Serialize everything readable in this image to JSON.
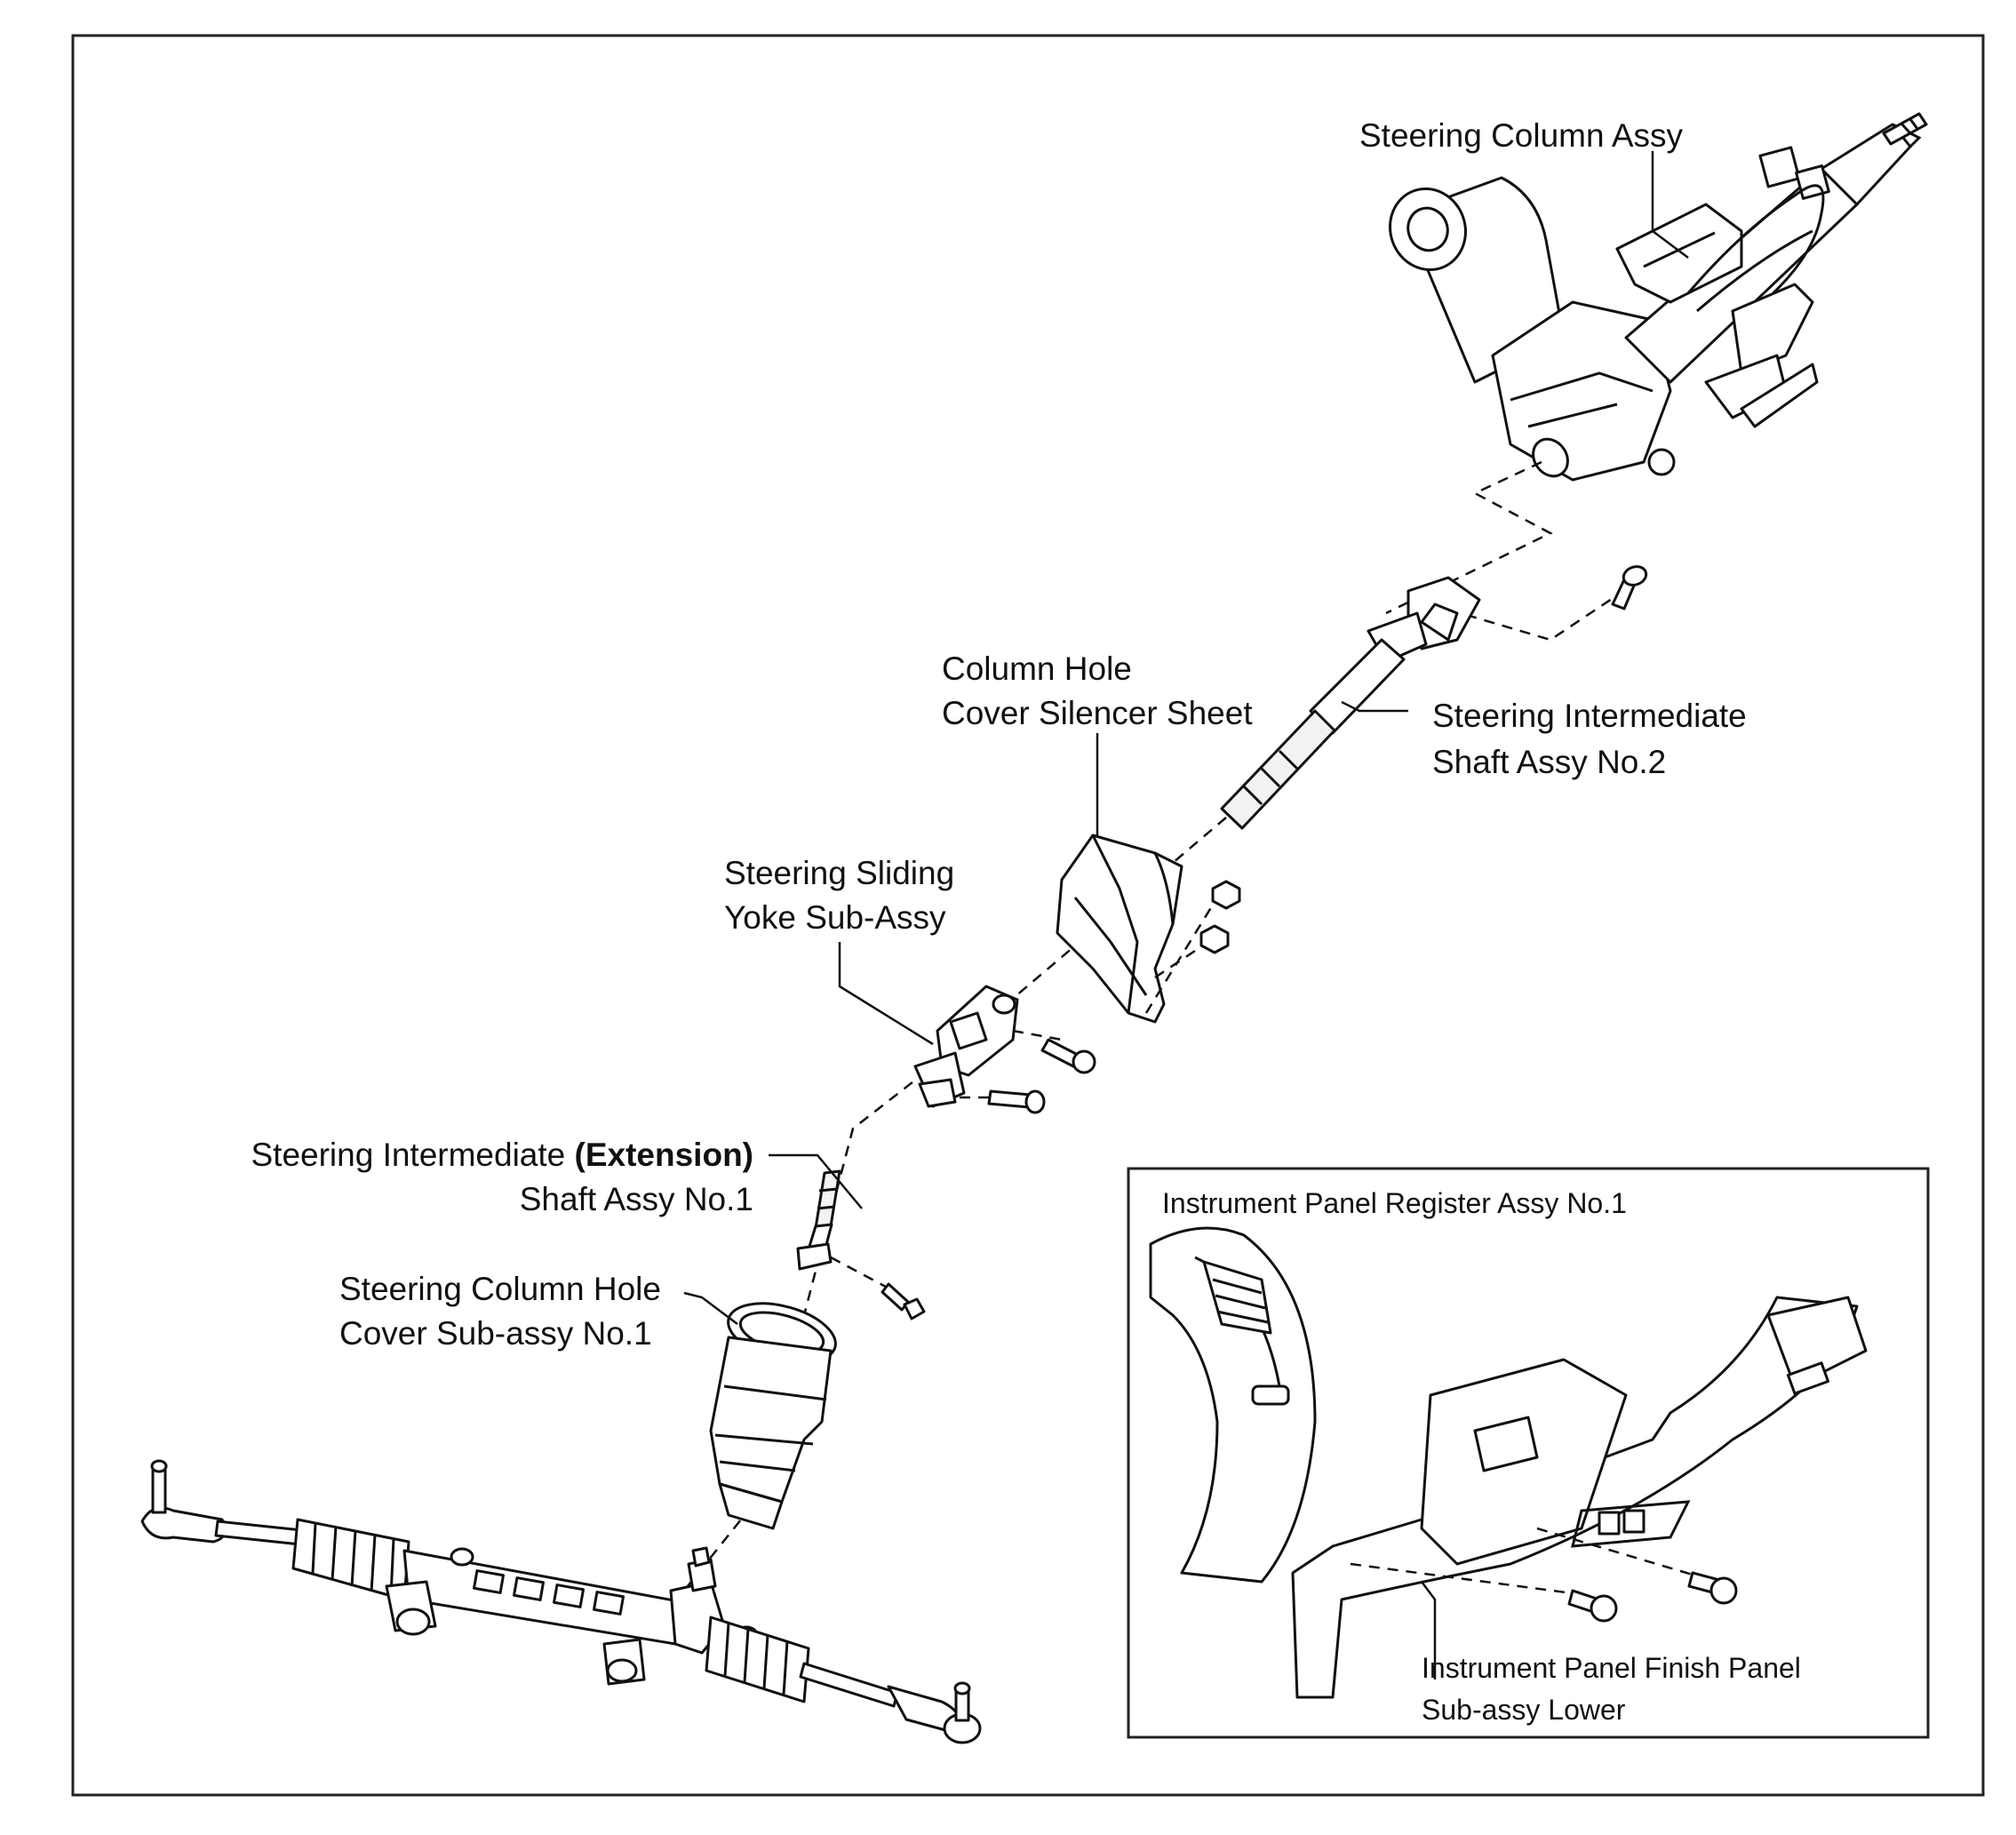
{
  "labels": {
    "steering_column_assy": "Steering Column Assy",
    "column_hole_line1": "Column Hole",
    "column_hole_line2": "Cover Silencer Sheet",
    "intermediate_shaft_no2_line1": "Steering Intermediate",
    "intermediate_shaft_no2_line2": "Shaft Assy No.2",
    "sliding_yoke_line1": "Steering Sliding",
    "sliding_yoke_line2": "Yoke  Sub-Assy",
    "extension_shaft_line1_a": "Steering Intermediate ",
    "extension_shaft_line1_b": "(Extension)",
    "extension_shaft_line2": "Shaft Assy No.1",
    "hole_cover_line1": "Steering Column Hole",
    "hole_cover_line2": "Cover Sub-assy No.1",
    "inset_register": "Instrument Panel Register Assy No.1",
    "inset_finish_line1": "Instrument Panel Finish Panel",
    "inset_finish_line2": "Sub-assy Lower"
  }
}
